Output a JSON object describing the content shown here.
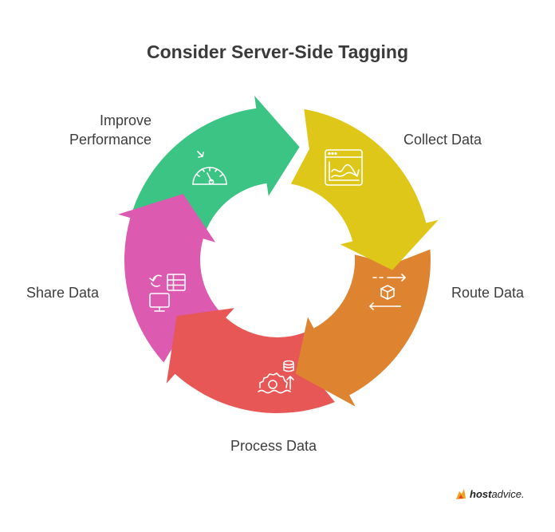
{
  "title": "Consider Server-Side Tagging",
  "steps": [
    {
      "label": "Collect Data",
      "color": "#dfc71a",
      "icon": "monitor-chart-icon"
    },
    {
      "label": "Route Data",
      "color": "#de8330",
      "icon": "route-box-icon"
    },
    {
      "label": "Process Data",
      "color": "#e65755",
      "icon": "gear-database-icon"
    },
    {
      "label": "Share Data",
      "color": "#dc5aaf",
      "icon": "share-table-icon"
    },
    {
      "label": "Improve Performance",
      "label_lines": [
        "Improve",
        "Performance"
      ],
      "color": "#3cc484",
      "icon": "speedometer-icon"
    }
  ],
  "brand": {
    "bold": "host",
    "rest": "advice."
  }
}
